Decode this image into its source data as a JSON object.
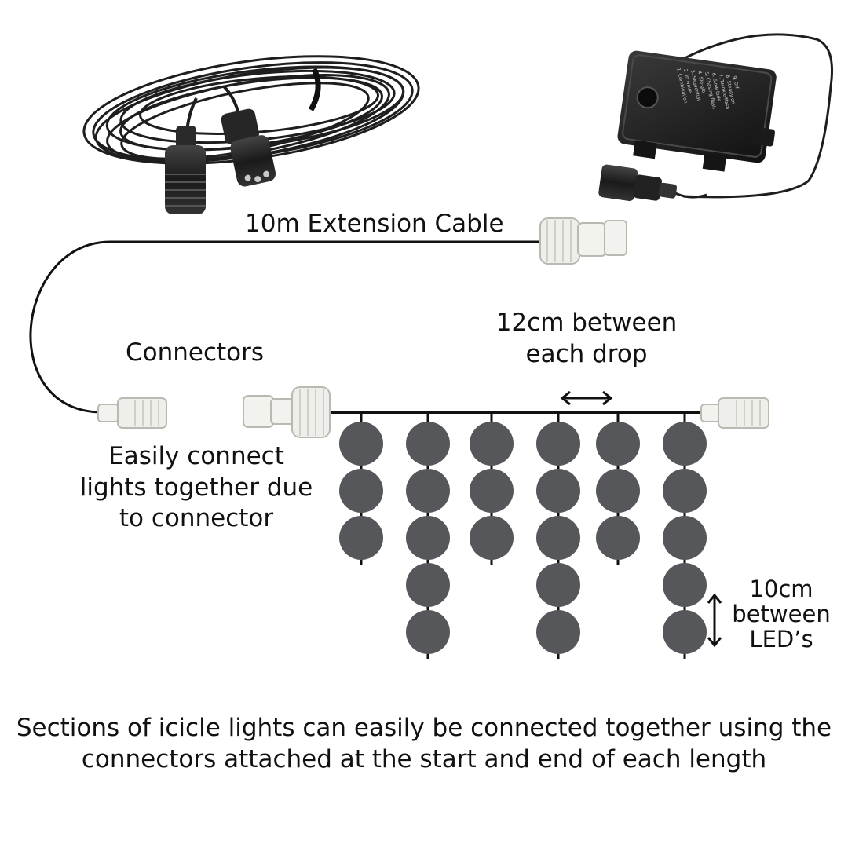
{
  "labels": {
    "extension_cable": "10m Extension Cable",
    "connectors": "Connectors",
    "drop_spacing": "12cm between\neach drop",
    "easy_connect": "Easily connect\nlights together due\nto connector",
    "led_spacing": "10cm\nbetween\nLED’s",
    "footer": "Sections of icicle lights can easily be connected together using the\nconnectors attached at the start and end of each length"
  },
  "battery_box_print": [
    "1. Combination",
    "2. In wave",
    "3. Sequential",
    "4. Slo-glo",
    "5. Chasing/flash",
    "6. Slow fade",
    "7. Twinkle/flash",
    "8. Steady on",
    "9. Off"
  ],
  "icicle_drops": [
    3,
    5,
    3,
    5,
    3,
    5
  ],
  "colors": {
    "led": "#55575a",
    "wire": "#111111",
    "connector": "#eeeeea",
    "connector_stroke": "#b9b9b2",
    "cable_black": "#1e1e1e"
  }
}
